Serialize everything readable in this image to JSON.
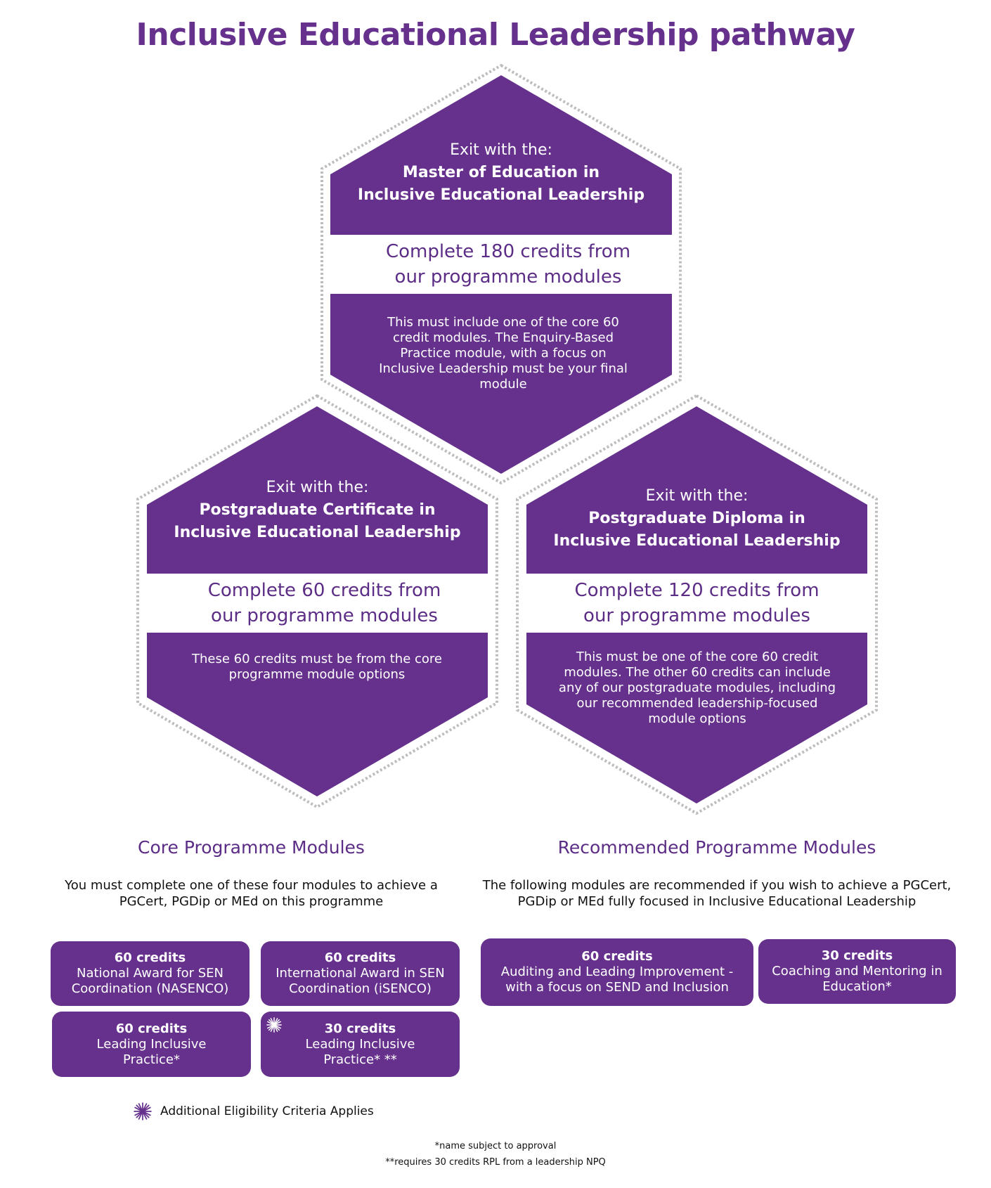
{
  "title": "Inclusive Educational Leadership pathway",
  "colors": {
    "brand_purple": "#66308d",
    "heading_purple": "#5c2d86",
    "dotted_border": "#bdbdbd"
  },
  "hexagons": [
    {
      "id": "med",
      "exit_label": "Exit with the:",
      "award_line1": "Master of Education in",
      "award_line2": "Inclusive Educational Leadership",
      "credits_line1": "Complete 180 credits from",
      "credits_line2": "our programme modules",
      "description": "This must include one of the core 60 credit modules. The Enquiry-Based Practice module, with a focus on Inclusive Leadership must be your final module"
    },
    {
      "id": "pgcert",
      "exit_label": "Exit with the:",
      "award_line1": "Postgraduate Certificate in",
      "award_line2": "Inclusive Educational Leadership",
      "credits_line1": "Complete 60 credits from",
      "credits_line2": "our programme modules",
      "description": "These 60 credits must be from the core programme module options"
    },
    {
      "id": "pgdip",
      "exit_label": "Exit with the:",
      "award_line1": "Postgraduate Diploma in",
      "award_line2": "Inclusive Educational Leadership",
      "credits_line1": "Complete 120 credits from",
      "credits_line2": "our programme modules",
      "description": "This must be one of the core 60 credit modules. The other 60 credits can include any of our postgraduate modules, including our recommended leadership-focused module options"
    }
  ],
  "core": {
    "title": "Core Programme Modules",
    "subtitle": "You must complete one of these four modules to achieve a PGCert, PGDip or MEd on this programme",
    "modules": [
      {
        "credits": "60 credits",
        "name": "National Award for SEN Coordination (NASENCO)",
        "eligibility_icon": false
      },
      {
        "credits": "60 credits",
        "name": "International Award in SEN Coordination (iSENCO)",
        "eligibility_icon": false
      },
      {
        "credits": "60 credits",
        "name": "Leading Inclusive Practice*",
        "eligibility_icon": false
      },
      {
        "credits": "30 credits",
        "name": "Leading Inclusive Practice* **",
        "eligibility_icon": true
      }
    ]
  },
  "recommended": {
    "title": "Recommended Programme Modules",
    "subtitle": "The following modules are recommended if you wish to achieve a PGCert, PGDip or MEd fully focused in Inclusive Educational Leadership",
    "modules": [
      {
        "credits": "60 credits",
        "name": "Auditing and Leading Improvement - with a focus on SEND and Inclusion"
      },
      {
        "credits": "30 credits",
        "name": "Coaching and Mentoring in Education*"
      }
    ]
  },
  "legend": {
    "icon": "sparkle-icon",
    "label": "Additional Eligibility Criteria Applies"
  },
  "footnotes": [
    "*name subject to approval",
    "**requires 30 credits RPL from a leadership NPQ"
  ]
}
